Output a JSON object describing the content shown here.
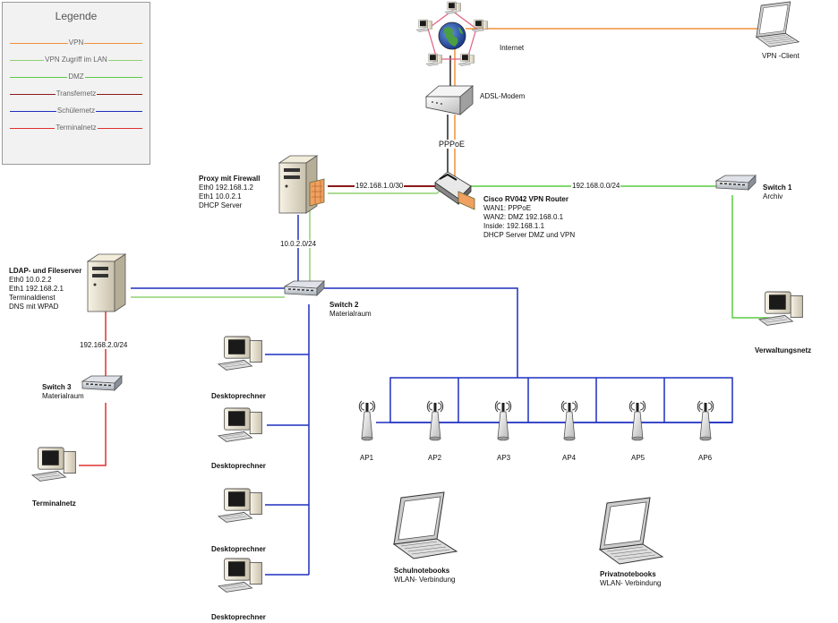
{
  "legend": {
    "title": "Legende",
    "items": [
      {
        "label": "VPN",
        "color": "#f0903a"
      },
      {
        "label": "VPN Zugriff im LAN",
        "color": "#90d070"
      },
      {
        "label": "DMZ",
        "color": "#5ccc44"
      },
      {
        "label": "Transfernetz",
        "color": "#8b1a1a"
      },
      {
        "label": "Schülernetz",
        "color": "#1f2fbf"
      },
      {
        "label": "Terminalnetz",
        "color": "#e03030"
      }
    ]
  },
  "nodes": {
    "internet": {
      "name": "Internet"
    },
    "modem": {
      "name": "ADSL-Modem"
    },
    "pppoe": {
      "name": "PPPoE"
    },
    "vpn_client": {
      "name": "VPN -Client"
    },
    "router": {
      "name": "Cisco RV042 VPN Router",
      "lines": [
        "WAN1: PPPoE",
        "WAN2: DMZ 192.168.0.1",
        "Inside: 192.168.1.1",
        "DHCP Server DMZ und VPN"
      ]
    },
    "proxy": {
      "name": "Proxy mit Firewall",
      "lines": [
        "Eth0 192.168.1.2",
        "Eth1 10.0.2.1",
        "DHCP Server"
      ]
    },
    "switch1": {
      "name": "Switch 1",
      "sub": "Archiv"
    },
    "verwaltung": {
      "name": "Verwaltungsnetz"
    },
    "ldap": {
      "name": "LDAP- und Fileserver",
      "lines": [
        "Eth0 10.0.2.2",
        "Eth1 192.168.2.1",
        "Terminaldienst",
        "DNS mit WPAD"
      ]
    },
    "switch2": {
      "name": "Switch 2",
      "sub": "Materialraum"
    },
    "switch3": {
      "name": "Switch 3",
      "sub": "Materialraum"
    },
    "terminal": {
      "name": "Terminalnetz"
    },
    "desktops": [
      "Desktoprechner",
      "Desktoprechner",
      "Desktoprechner",
      "Desktoprechner"
    ],
    "aps": [
      "AP1",
      "AP2",
      "AP3",
      "AP4",
      "AP5",
      "AP6"
    ],
    "schulnotebooks": {
      "name": "Schulnotebooks",
      "sub": "WLAN- Verbindung"
    },
    "privatnotebooks": {
      "name": "Privatnotebooks",
      "sub": "WLAN- Verbindung"
    }
  },
  "subnets": {
    "transfer": "192.168.1.0/30",
    "dmz": "192.168.0.0/24",
    "schueler": "10.0.2.0/24",
    "terminal": "192.168.2.0/24"
  }
}
